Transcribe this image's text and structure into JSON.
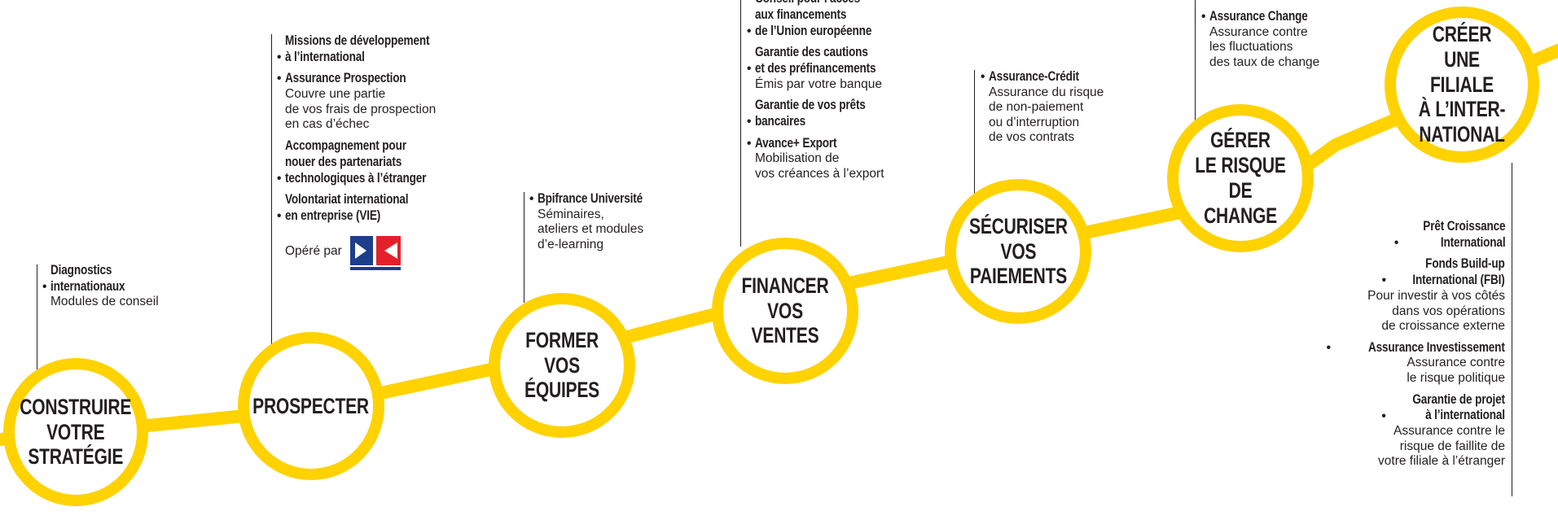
{
  "colors": {
    "accent": "#ffd200",
    "text": "#231f20",
    "logo_blue": "#1d3e8a",
    "logo_red": "#e4202b"
  },
  "steps": [
    {
      "label": "CONSTRUIRE\nVOTRE\nSTRATÉGIE",
      "items": [
        {
          "title": "Diagnostics\ninternationaux",
          "desc": "Modules de conseil"
        }
      ]
    },
    {
      "label": "PROSPECTER",
      "items": [
        {
          "title": "Missions de développement\nà l’international",
          "desc": ""
        },
        {
          "title": "Assurance Prospection",
          "desc": "Couvre une partie\nde vos frais de prospection\nen cas d’échec"
        },
        {
          "title": "Accompagnement pour\nnouer des partenariats\ntechnologiques à l’étranger",
          "desc": ""
        },
        {
          "title": "Volontariat international\nen entreprise (VIE)",
          "desc": ""
        }
      ],
      "operated_by": "Opéré par",
      "logo_icon": "business-france-logo"
    },
    {
      "label": "FORMER\nVOS ÉQUIPES",
      "items": [
        {
          "title": "Bpifrance Université",
          "desc": "Séminaires,\nateliers et modules\nd’e-learning"
        }
      ]
    },
    {
      "label": "FINANCER\nVOS VENTES",
      "items": [
        {
          "title": "Conseil pour l’accès\naux financements\nde l’Union européenne",
          "desc": ""
        },
        {
          "title": "Garantie des cautions\net des préfinancements",
          "desc": "Émis par votre banque"
        },
        {
          "title": "Garantie de vos prêts\nbancaires",
          "desc": ""
        },
        {
          "title": "Avance+ Export",
          "desc": "Mobilisation de\nvos créances à l’export"
        }
      ]
    },
    {
      "label": "SÉCURISER\nVOS\nPAIEMENTS",
      "items": [
        {
          "title": "Assurance-Crédit",
          "desc": "Assurance du risque\nde non-paiement\nou d’interruption\nde vos contrats"
        }
      ]
    },
    {
      "label": "GÉRER\nLE RISQUE\nDE CHANGE",
      "items": [
        {
          "title": "Assurance Change",
          "desc": "Assurance contre\nles fluctuations\ndes taux de change"
        }
      ]
    },
    {
      "label": "CRÉER\nUNE FILIALE\nÀ L’INTER-\nNATIONAL",
      "items": [
        {
          "title": "Prêt Croissance\nInternational",
          "desc": ""
        },
        {
          "title": "Fonds Build-up\nInternational (FBI)",
          "desc": "Pour investir à vos côtés\ndans vos opérations\nde croissance externe"
        },
        {
          "title": "Assurance Investissement",
          "desc": "Assurance contre\nle risque politique"
        },
        {
          "title": "Garantie de projet\nà l’international",
          "desc": "Assurance contre le\nrisque de faillite de\nvotre filiale à l’étranger"
        }
      ]
    }
  ]
}
